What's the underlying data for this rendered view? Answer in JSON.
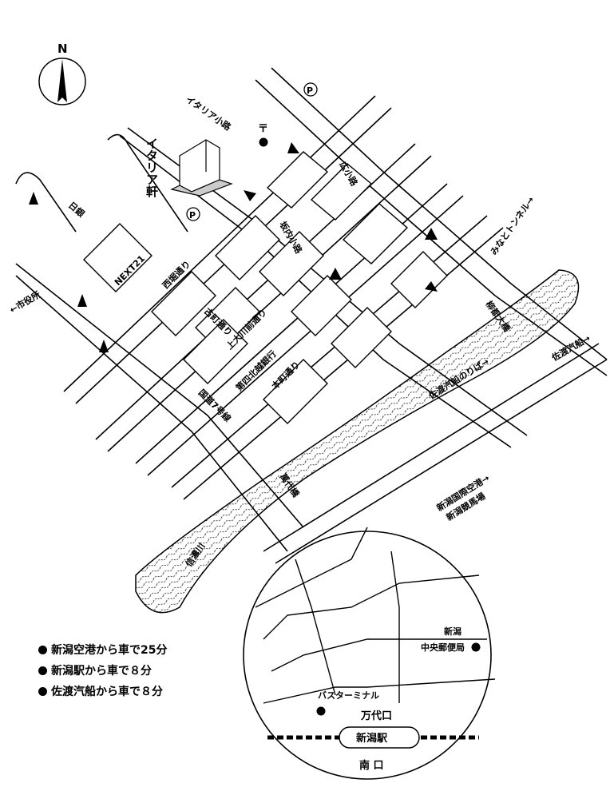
{
  "compass": {
    "north": "N"
  },
  "landmarks": {
    "hotel": "イタリア軒",
    "italy_st": "イタリア小路",
    "nikkatsu": "日銀",
    "next21": "NEXT21",
    "city_hall": "←市役所",
    "parking": "P",
    "post_symbol": "〒"
  },
  "streets": {
    "nishibori": "西堀通り",
    "furumachi": "古町通り",
    "kamiokawamae": "上大川前通り",
    "honcho": "本町通り",
    "kakohori": "広小路",
    "sakanai": "坂内小路",
    "hokuetsu_bank": "第四北越銀行",
    "route7": "国道7号線",
    "bandai_bridge": "萬代橋",
    "river": "信濃川",
    "yanagi_bridge": "柳都大橋",
    "minato_tunnel": "みなとトンネル→",
    "sado_ferry": "佐渡汽船→",
    "sado_ferry_dock": "佐渡汽船のりば→",
    "airport_road": "新潟国際空港→",
    "airport_road2": "新潟競馬場"
  },
  "inset": {
    "post_office_1": "新潟",
    "post_office_2": "中央郵便局",
    "bus_terminal": "バスターミナル",
    "bandai_exit": "万代口",
    "station": "新潟駅",
    "south_exit": "南 口"
  },
  "legend": [
    "新潟空港から車で25分",
    "新潟駅から車で８分",
    "佐渡汽船から車で８分"
  ]
}
